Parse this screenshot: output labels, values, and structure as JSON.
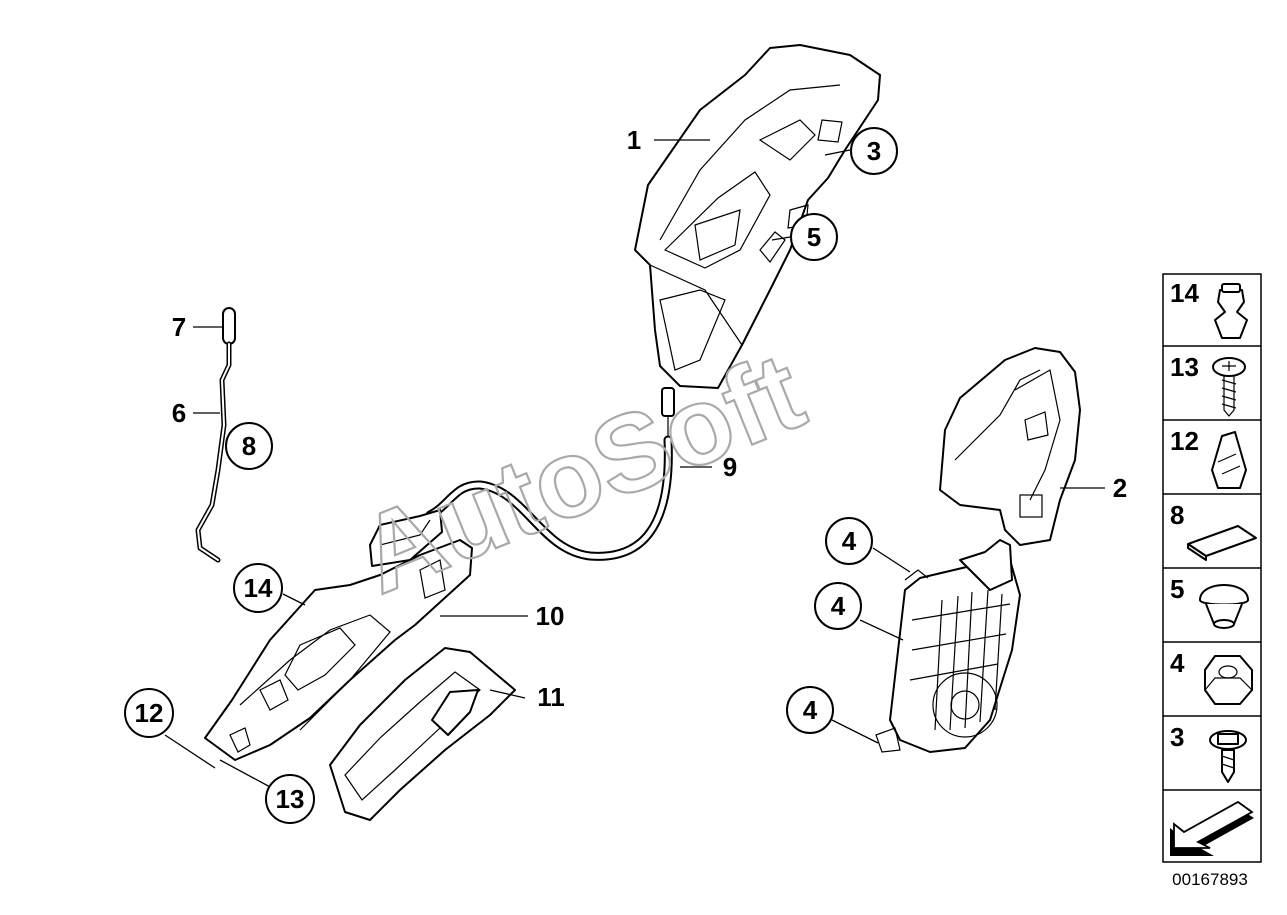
{
  "watermark": "AutoSoft",
  "reference_number": "00167893",
  "callouts": [
    {
      "id": "p1",
      "label": "1"
    },
    {
      "id": "p2",
      "label": "2"
    },
    {
      "id": "p3",
      "label": "3"
    },
    {
      "id": "p4a",
      "label": "4"
    },
    {
      "id": "p4b",
      "label": "4"
    },
    {
      "id": "p4c",
      "label": "4"
    },
    {
      "id": "p5",
      "label": "5"
    },
    {
      "id": "p6",
      "label": "6"
    },
    {
      "id": "p7",
      "label": "7"
    },
    {
      "id": "p8",
      "label": "8"
    },
    {
      "id": "p9",
      "label": "9"
    },
    {
      "id": "p10",
      "label": "10"
    },
    {
      "id": "p11",
      "label": "11"
    },
    {
      "id": "p12",
      "label": "12"
    },
    {
      "id": "p13",
      "label": "13"
    },
    {
      "id": "p14",
      "label": "14"
    }
  ],
  "legend": [
    {
      "label": "14",
      "icon": "expanding-clip-icon"
    },
    {
      "label": "13",
      "icon": "screw-with-washer-icon"
    },
    {
      "label": "12",
      "icon": "clip-nut-icon"
    },
    {
      "label": "8",
      "icon": "foam-pad-icon"
    },
    {
      "label": "5",
      "icon": "rubber-buffer-icon"
    },
    {
      "label": "4",
      "icon": "hex-nut-icon"
    },
    {
      "label": "3",
      "icon": "flange-screw-icon"
    },
    {
      "label": "",
      "icon": "direction-arrow-icon"
    }
  ]
}
